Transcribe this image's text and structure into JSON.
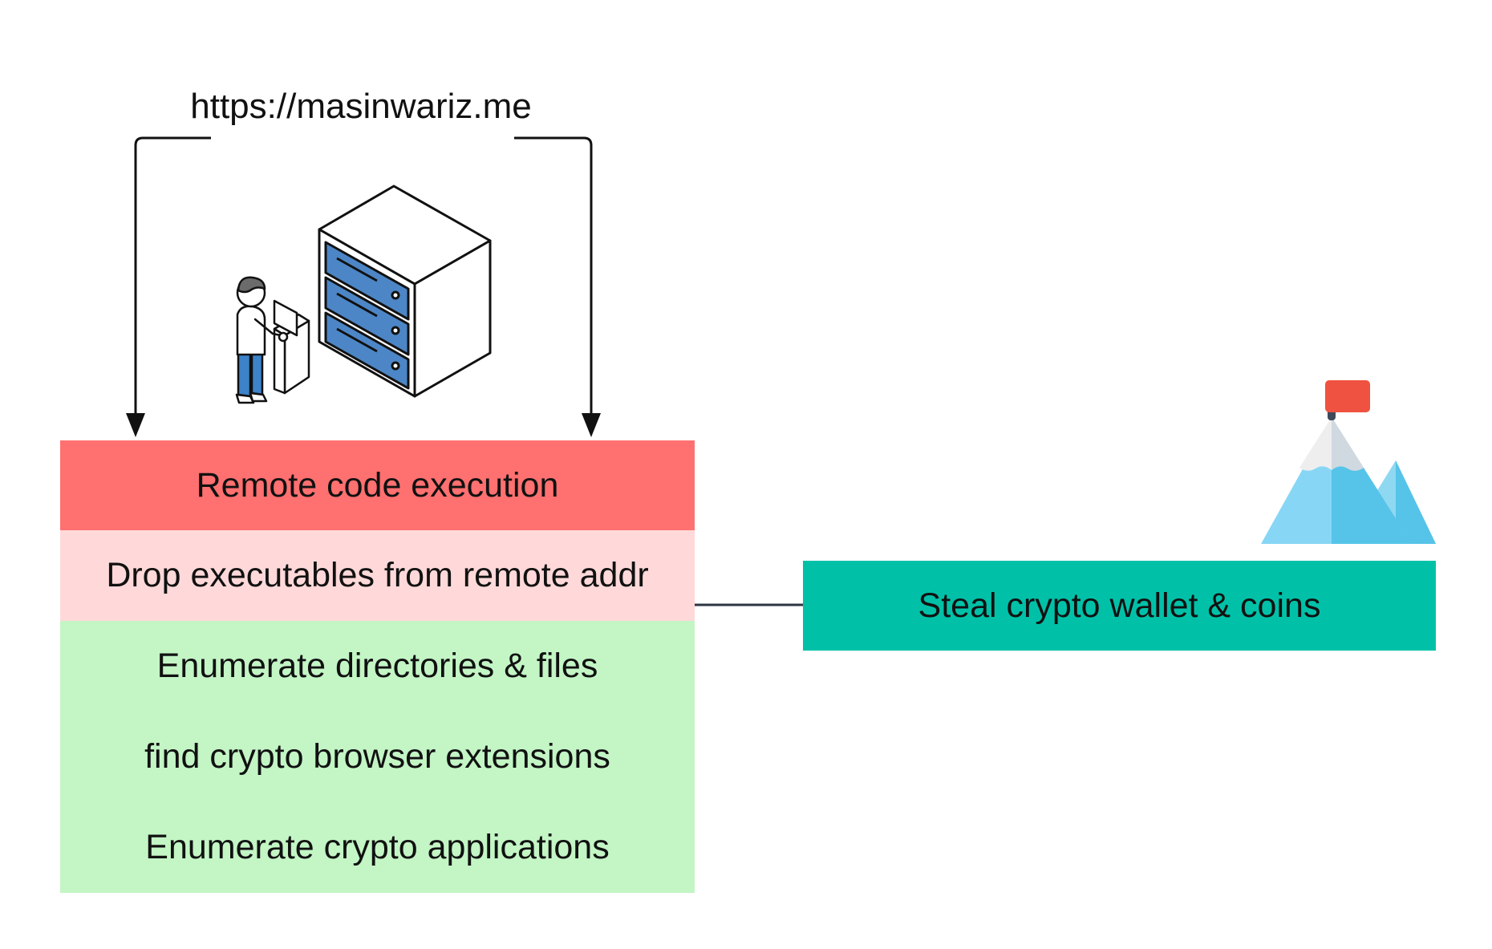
{
  "url": "https://masinwariz.me",
  "boxes": {
    "rce": {
      "label": "Remote code execution",
      "color": "#ff7070"
    },
    "drop": {
      "label": "Drop executables from remote addr",
      "color": "#ffd9d9"
    },
    "enumerate": {
      "color": "#c3f5c5",
      "items": [
        "Enumerate directories & files",
        "find crypto browser extensions",
        "Enumerate crypto applications"
      ]
    },
    "steal": {
      "label": "Steal crypto wallet & coins",
      "color": "#00c1a8"
    }
  },
  "icons": {
    "server": "server-rack-icon",
    "person": "person-at-terminal-icon",
    "goal": "mountain-flag-icon"
  }
}
